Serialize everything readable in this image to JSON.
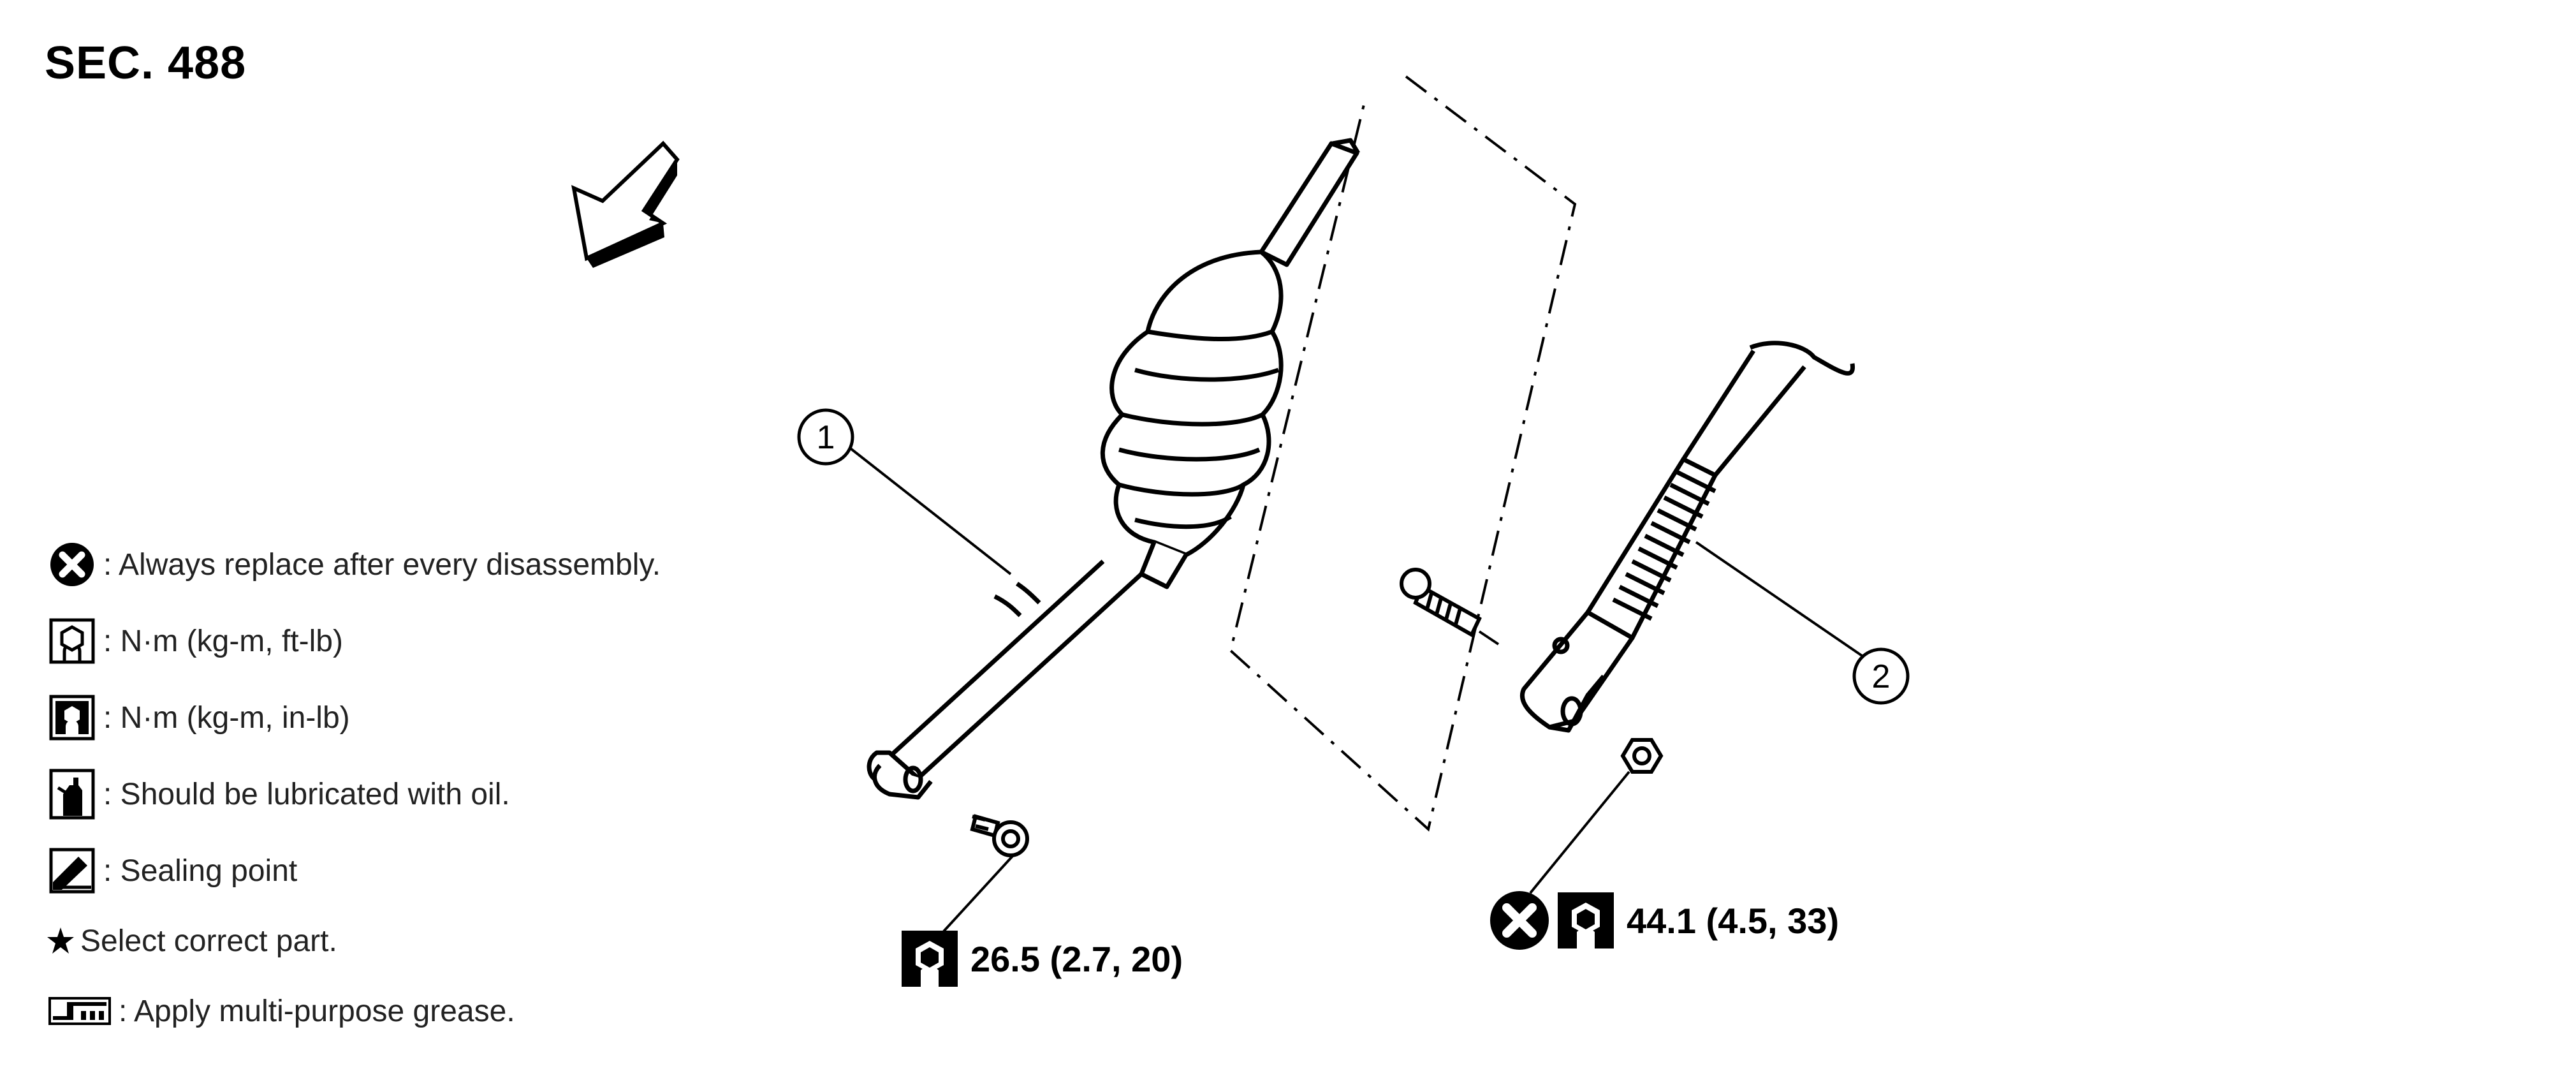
{
  "section": {
    "title": "SEC. 488"
  },
  "callouts": [
    {
      "number": "1"
    },
    {
      "number": "2"
    }
  ],
  "torques": [
    {
      "value": "26.5 (2.7, 20)"
    },
    {
      "value": "44.1 (4.5, 33)"
    }
  ],
  "legend": {
    "items": [
      {
        "icon": "always-replace-icon",
        "text": ": Always replace after every disassembly."
      },
      {
        "icon": "torque-ft-lb-icon",
        "text": ": N·m (kg-m, ft-lb)"
      },
      {
        "icon": "torque-in-lb-icon",
        "text": ": N·m (kg-m, in-lb)"
      },
      {
        "icon": "oil-can-icon",
        "text": ": Should be lubricated with oil."
      },
      {
        "icon": "sealing-point-icon",
        "text": ": Sealing point"
      },
      {
        "icon": "star-icon",
        "text": " Select correct part."
      },
      {
        "icon": "grease-icon",
        "text": ": Apply multi-purpose grease."
      }
    ]
  }
}
